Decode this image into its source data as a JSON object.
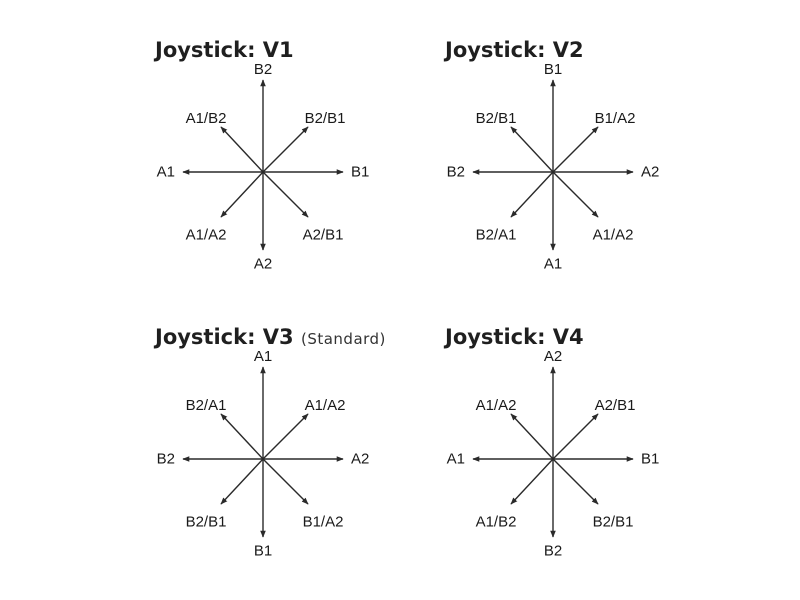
{
  "panels": [
    {
      "title": "Joystick: V1",
      "note": "",
      "labels": {
        "n": "B2",
        "ne": "B2/B1",
        "e": "B1",
        "se": "A2/B1",
        "s": "A2",
        "sw": "A1/A2",
        "w": "A1",
        "nw": "A1/B2"
      }
    },
    {
      "title": "Joystick: V2",
      "note": "",
      "labels": {
        "n": "B1",
        "ne": "B1/A2",
        "e": "A2",
        "se": "A1/A2",
        "s": "A1",
        "sw": "B2/A1",
        "w": "B2",
        "nw": "B2/B1"
      }
    },
    {
      "title": "Joystick: V3",
      "note": "(Standard)",
      "labels": {
        "n": "A1",
        "ne": "A1/A2",
        "e": "A2",
        "se": "B1/A2",
        "s": "B1",
        "sw": "B2/B1",
        "w": "B2",
        "nw": "B2/A1"
      }
    },
    {
      "title": "Joystick: V4",
      "note": "",
      "labels": {
        "n": "A2",
        "ne": "A2/B1",
        "e": "B1",
        "se": "B2/B1",
        "s": "B2",
        "sw": "A1/B2",
        "w": "A1",
        "nw": "A1/A2"
      }
    }
  ],
  "colors": {
    "arrow": "#2a2a2a",
    "text": "#1a1a1a"
  }
}
